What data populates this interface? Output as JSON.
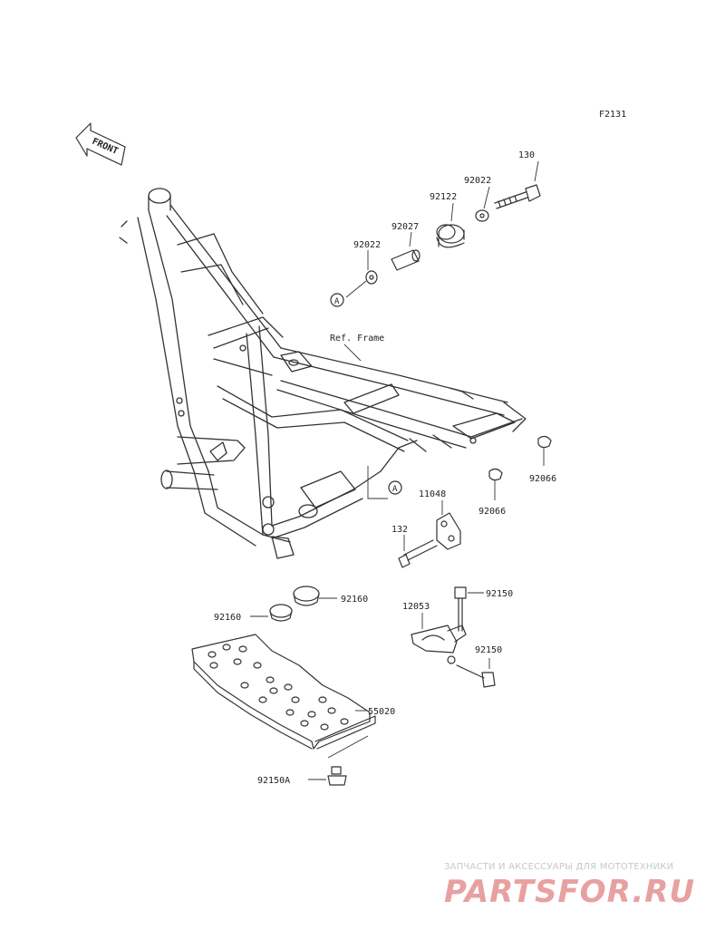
{
  "diagram_code": "F2131",
  "front_label": "FRONT",
  "ref_frame_label": "Ref. Frame",
  "marker_a": "A",
  "parts": [
    {
      "id": "p130",
      "number": "130"
    },
    {
      "id": "p92022a",
      "number": "92022"
    },
    {
      "id": "p92122",
      "number": "92122"
    },
    {
      "id": "p92027",
      "number": "92027"
    },
    {
      "id": "p92022b",
      "number": "92022"
    },
    {
      "id": "p92066a",
      "number": "92066"
    },
    {
      "id": "p92066b",
      "number": "92066"
    },
    {
      "id": "p11048",
      "number": "11048"
    },
    {
      "id": "p132",
      "number": "132"
    },
    {
      "id": "p92150a",
      "number": "92150"
    },
    {
      "id": "p12053",
      "number": "12053"
    },
    {
      "id": "p92150b",
      "number": "92150"
    },
    {
      "id": "p92160a",
      "number": "92160"
    },
    {
      "id": "p92160b",
      "number": "92160"
    },
    {
      "id": "p55020",
      "number": "55020"
    },
    {
      "id": "p92150A",
      "number": "92150A"
    }
  ],
  "watermark": {
    "tagline": "ЗАПЧАСТИ И АКСЕССУАРЫ ДЛЯ МОТОТЕХНИКИ",
    "brand": "PARTSFOR.RU",
    "brand_color": "#e8a0a0"
  }
}
